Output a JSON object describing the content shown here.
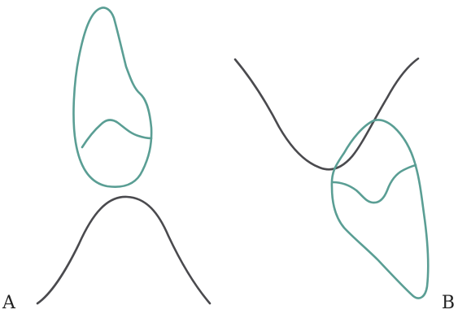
{
  "panels": [
    {
      "id": "A",
      "label": "A"
    },
    {
      "id": "B",
      "label": "B"
    }
  ],
  "colors": {
    "background": "#ffffff",
    "teal_outline": "#5a9e94",
    "dark_curve": "#4a4a4e",
    "label": "#222222"
  }
}
